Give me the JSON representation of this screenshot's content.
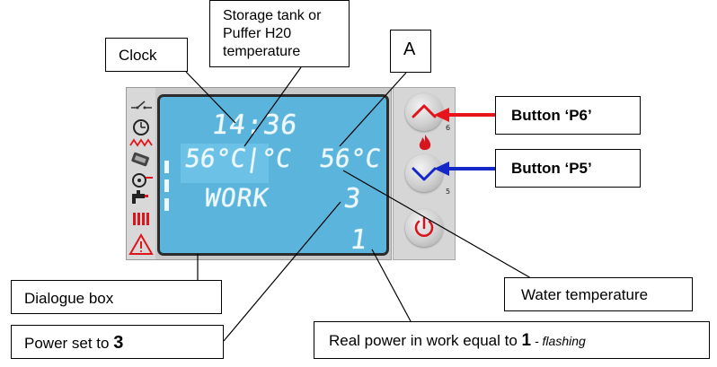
{
  "labels": {
    "clock": "Clock",
    "storage": "Storage tank or Puffer H20 temperature",
    "a": "A",
    "button_p6": "Button ‘P6’",
    "button_p5": "Button ‘P5’",
    "dialogue": "Dialogue box",
    "power_set_prefix": "Power set to ",
    "power_set_value": "3",
    "water_temp": "Water temperature",
    "real_power_prefix": "Real power in work equal to ",
    "real_power_value": "1",
    "real_power_suffix": " - flashing"
  },
  "display": {
    "clock": "14:36",
    "tank_temp": "56°C|°C",
    "water_temp": "56°C",
    "dialogue": "WORK",
    "power_set": "3",
    "real_power": "1"
  },
  "buttons": {
    "p6_number": "6",
    "p5_number": "5"
  },
  "colors": {
    "lcd_background": "#5ab4dc",
    "lcd_text": "#eef9ff",
    "arrow_p6": "#e8141b",
    "arrow_p5": "#1428c8",
    "flame": "#d8141e",
    "power_icon": "#d8141e"
  },
  "icons": [
    "switch-icon",
    "clock-icon",
    "heating-icon",
    "fan-icon",
    "pump-icon",
    "tap-icon",
    "radiator-icon",
    "warning-icon"
  ]
}
